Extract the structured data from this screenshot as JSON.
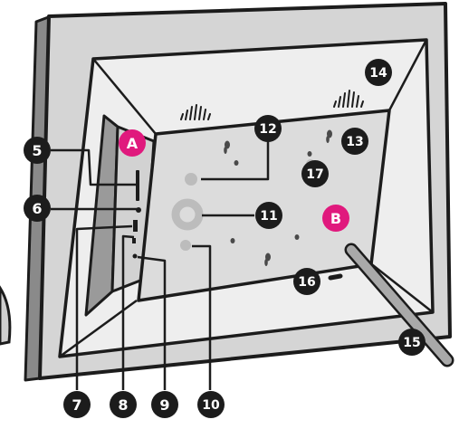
{
  "colors": {
    "outline": "#1c1c1c",
    "frame_outer": "#d5d5d5",
    "frame_inner": "#eeeeee",
    "panel": "#dcdcdc",
    "hole": "#4a4a4a",
    "callout_dark": "#1c1c1c",
    "callout_accent": "#e0197d",
    "callout_text": "#ffffff",
    "ring": "#bcbcbc",
    "stand": "#a9a9a9"
  },
  "callouts": {
    "a": "A",
    "b": "B",
    "n5": "5",
    "n6": "6",
    "n7": "7",
    "n8": "8",
    "n9": "9",
    "n10": "10",
    "n11": "11",
    "n12": "12",
    "n13": "13",
    "n14": "14",
    "n15": "15",
    "n16": "16",
    "n17": "17"
  }
}
